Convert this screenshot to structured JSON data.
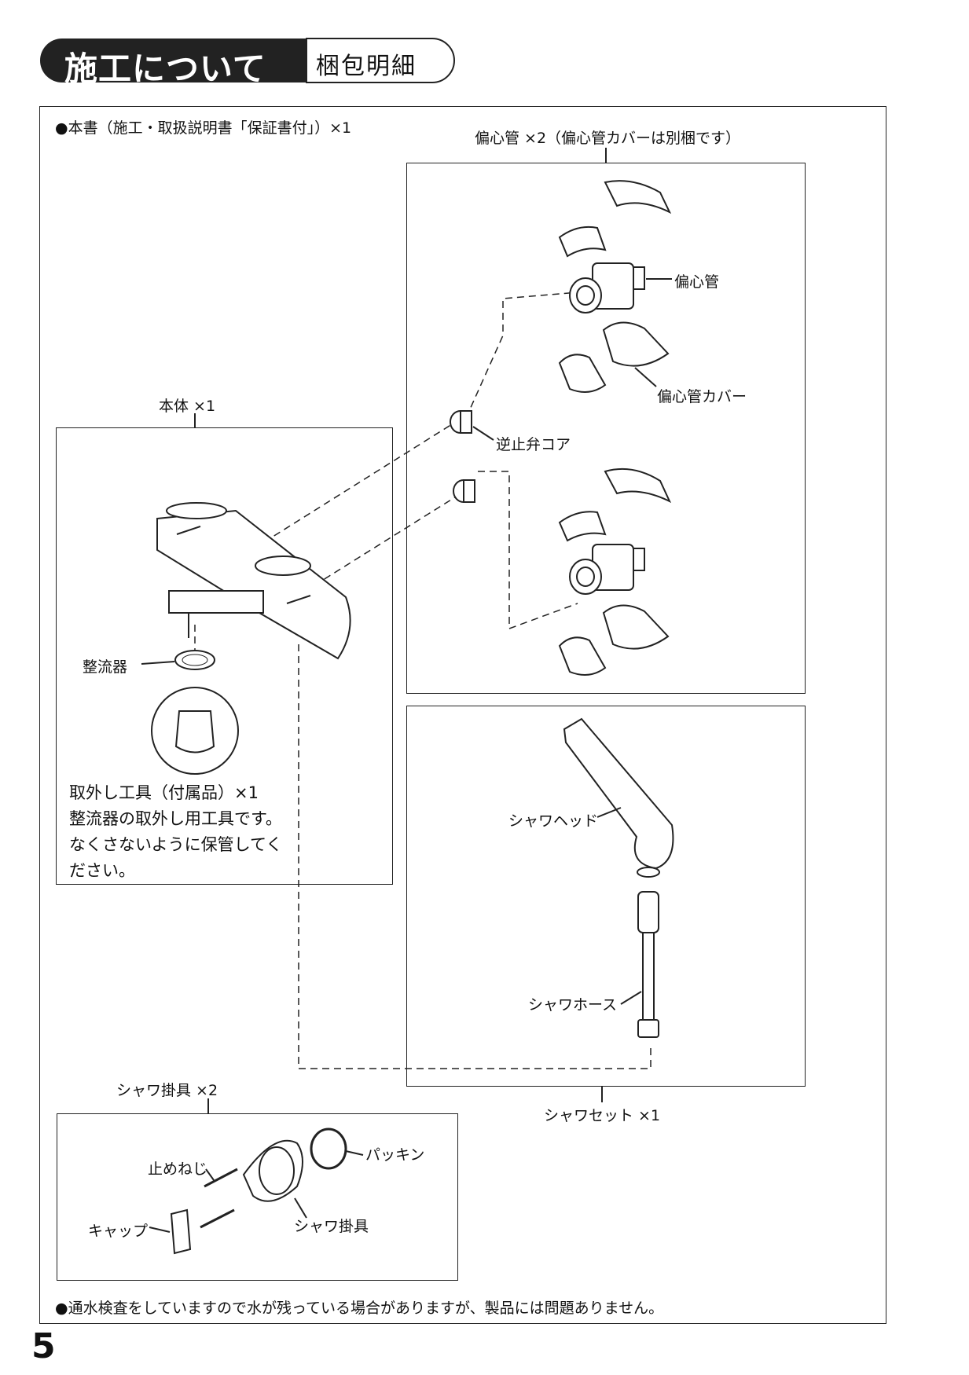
{
  "header": {
    "title": "施工について",
    "subtitle": "梱包明細"
  },
  "manual_note": "●本書（施工・取扱説明書「保証書付」）×1",
  "eccentric": {
    "heading": "偏心管 ×2（偏心管カバーは別梱です）",
    "pipe_label": "偏心管",
    "cover_label": "偏心管カバー",
    "check_valve_label": "逆止弁コア"
  },
  "body_unit": {
    "heading": "本体 ×1",
    "strainer_label": "整流器",
    "tool_lines": [
      "取外し工具（付属品）×1",
      "整流器の取外し用工具です。",
      "なくさないように保管してく",
      "ださい。"
    ]
  },
  "shower_set": {
    "heading": "シャワセット ×1",
    "head_label": "シャワヘッド",
    "hose_label": "シャワホース"
  },
  "holder": {
    "heading": "シャワ掛具 ×2",
    "screw_label": "止めねじ",
    "packing_label": "パッキン",
    "cap_label": "キャップ",
    "holder_label": "シャワ掛具"
  },
  "footer_note": "●通水検査をしていますので水が残っている場合がありますが、製品には問題ありません。",
  "page_number": "5"
}
